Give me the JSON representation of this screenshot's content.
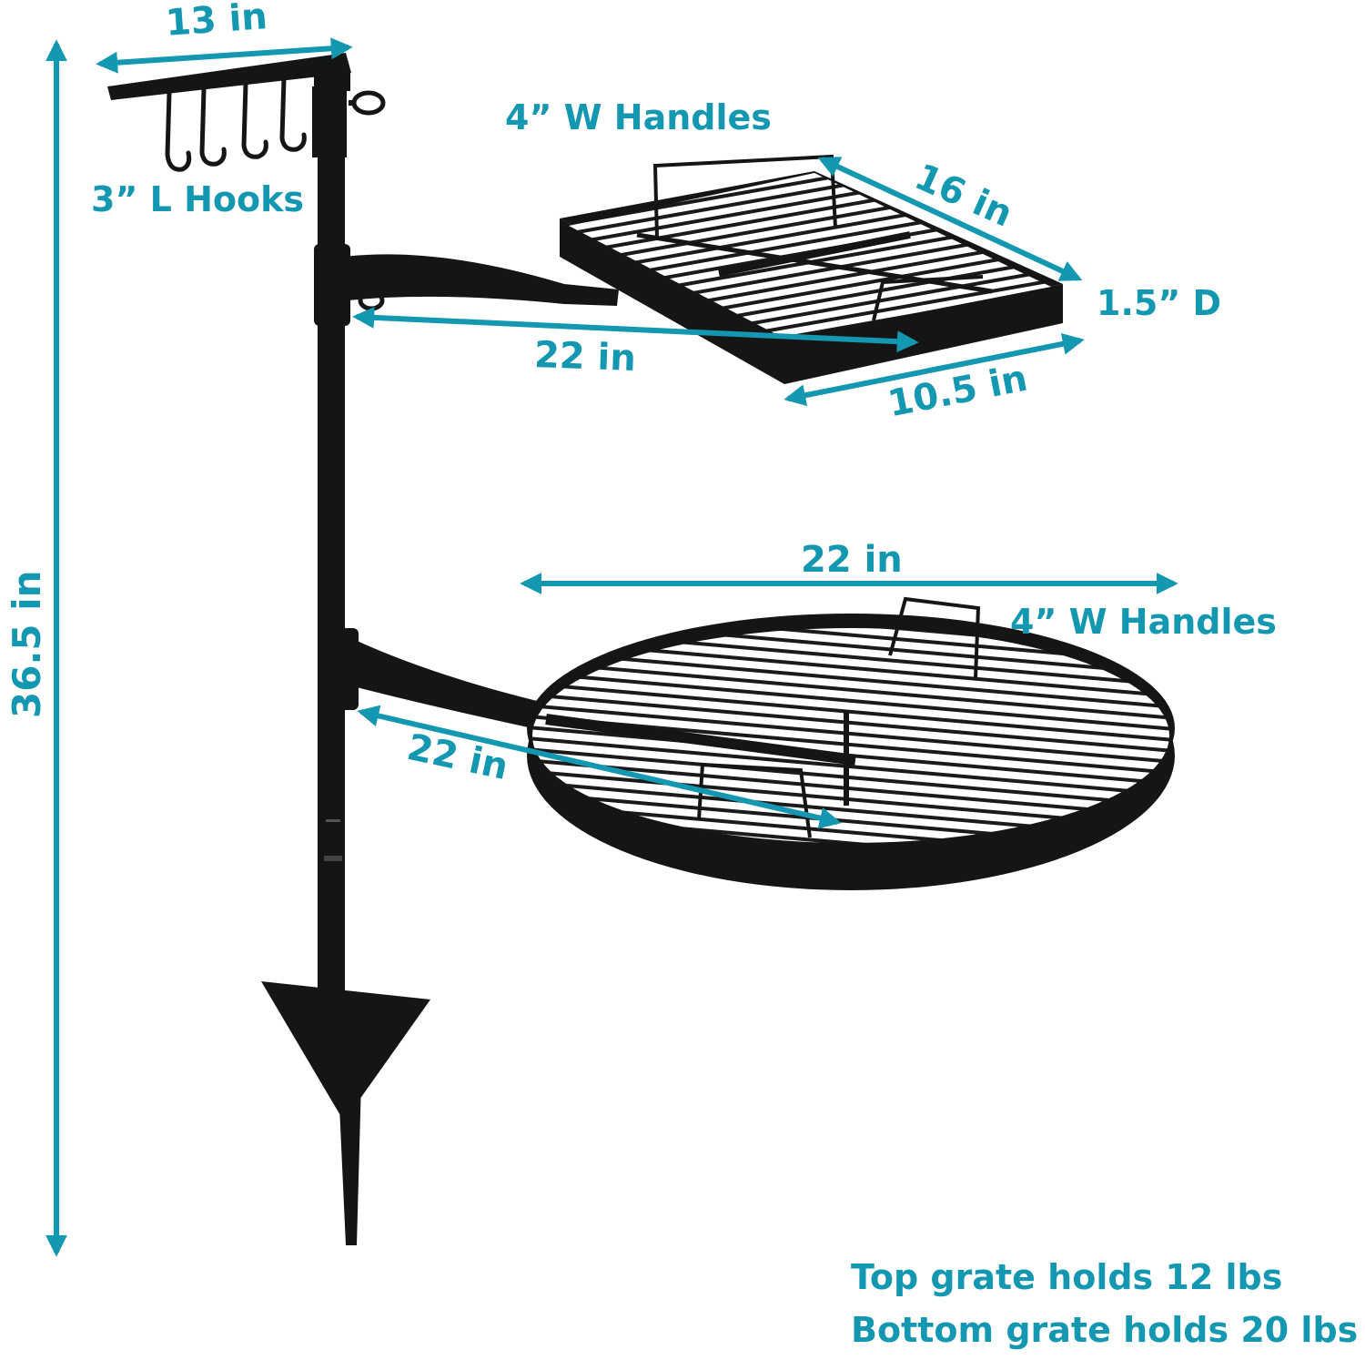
{
  "colors": {
    "accent": "#1497b0",
    "metal": "#151515"
  },
  "dimensions": {
    "hook_bar_width": "13 in",
    "hook_length": "3” L Hooks",
    "total_height": "36.5 in",
    "top_grate_handles": "4” W Handles",
    "top_grate_length": "16 in",
    "top_grate_depth": "1.5” D",
    "top_arm_reach": "22 in",
    "top_grate_width": "10.5 in",
    "bottom_grate_diameter": "22 in",
    "bottom_grate_handles": "4” W Handles",
    "bottom_arm_reach": "22 in"
  },
  "capacity": {
    "top": "Top grate holds 12 lbs",
    "bottom": "Bottom grate holds 20 lbs"
  }
}
